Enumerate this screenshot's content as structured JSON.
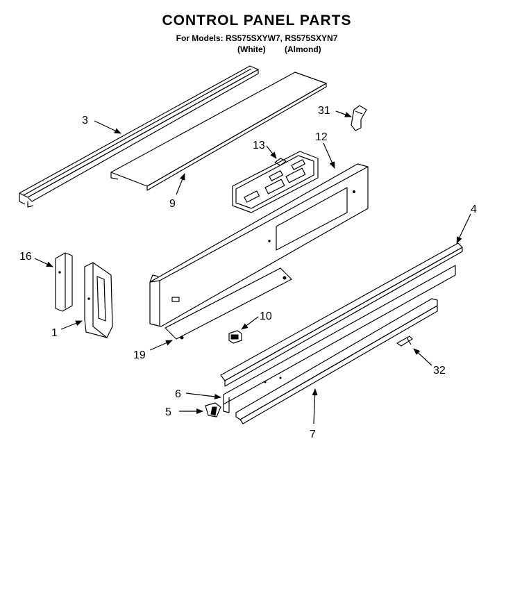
{
  "header": {
    "title": "CONTROL PANEL PARTS",
    "subtitle": "For Models: RS575SXYW7, RS575SXYN7",
    "variant_white": "(White)",
    "variant_almond": "(Almond)"
  },
  "callouts": {
    "p1": "1",
    "p3": "3",
    "p4": "4",
    "p5": "5",
    "p6": "6",
    "p7": "7",
    "p9": "9",
    "p10": "10",
    "p12": "12",
    "p13": "13",
    "p16": "16",
    "p19": "19",
    "p31": "31",
    "p32": "32"
  }
}
